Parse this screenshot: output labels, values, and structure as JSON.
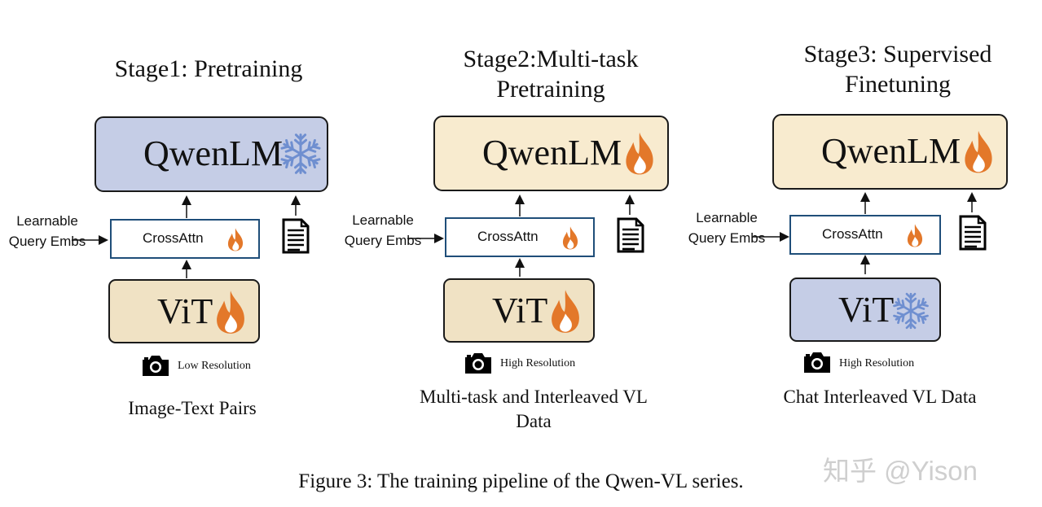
{
  "stages": [
    {
      "title": "Stage1: Pretraining",
      "llm_label": "QwenLM",
      "llm_state": "frozen",
      "llm_icon": "snowflake-icon",
      "crossattn_label": "CrossAttn",
      "crossattn_state": "trainable",
      "query_label": "Learnable Query Embs",
      "vit_label": "ViT",
      "vit_state": "trainable",
      "vit_icon": "flame-icon",
      "resolution": "Low Resolution",
      "data_label": "Image-Text Pairs"
    },
    {
      "title": "Stage2:Multi-task Pretraining",
      "llm_label": "QwenLM",
      "llm_state": "trainable",
      "llm_icon": "flame-icon",
      "crossattn_label": "CrossAttn",
      "crossattn_state": "trainable",
      "query_label": "Learnable Query Embs",
      "vit_label": "ViT",
      "vit_state": "trainable",
      "vit_icon": "flame-icon",
      "resolution": "High Resolution",
      "data_label": "Multi-task and Interleaved VL Data"
    },
    {
      "title": "Stage3: Supervised Finetuning",
      "llm_label": "QwenLM",
      "llm_state": "trainable",
      "llm_icon": "flame-icon",
      "crossattn_label": "CrossAttn",
      "crossattn_state": "trainable",
      "query_label": "Learnable Query Embs",
      "vit_label": "ViT",
      "vit_state": "frozen",
      "vit_icon": "snowflake-icon",
      "resolution": "High Resolution",
      "data_label": "Chat Interleaved VL Data"
    }
  ],
  "caption": "Figure 3: The training pipeline of the Qwen-VL series.",
  "watermark": "知乎 @Yison",
  "colors": {
    "frozen_box": "#c5cde6",
    "trainable_box": "#f8ebcf",
    "vit_trainable_box": "#f0e2c4",
    "flame": "#e3782a",
    "snowflake": "#6f8fd0",
    "crossattn_border": "#1f4e79"
  }
}
